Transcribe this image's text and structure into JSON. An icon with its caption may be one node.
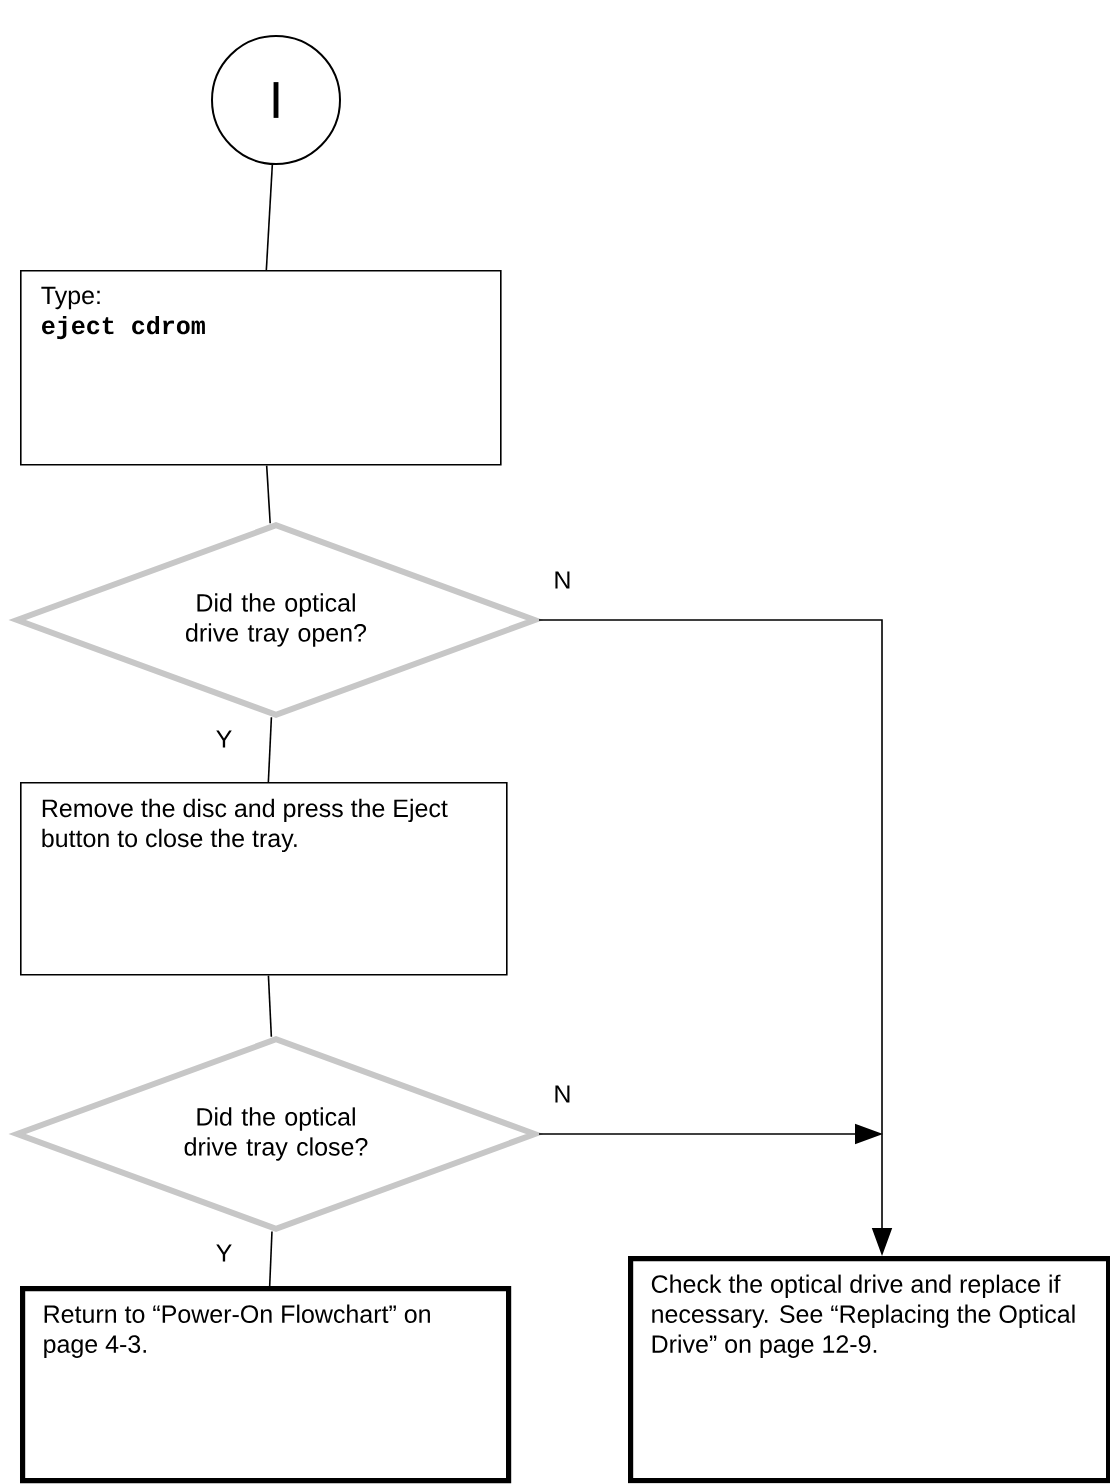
{
  "diagram": {
    "nodes": [
      {
        "text": [
          "I"
        ]
      },
      {
        "text": [
          "Type:",
          "eject cdrom"
        ]
      },
      {
        "text": [
          "Did the optical drive tray open?"
        ]
      },
      {
        "text": [
          "Remove the disc and press the Eject button to close the tray."
        ]
      },
      {
        "text": [
          "Did the optical drive tray close?"
        ]
      },
      {
        "text": [
          "Return to “Power-On Flowchart” on page 4-3."
        ]
      },
      {
        "text": [
          "Check the optical drive and replace if necessary. See “Replacing the Optical Drive” on page 12-9."
        ]
      }
    ],
    "edges": [
      {
        "from": 0,
        "to": 1,
        "arrow": "none"
      },
      {
        "from": 1,
        "to": 2,
        "arrow": "none"
      },
      {
        "from": 2,
        "to": 3,
        "arrow": "none",
        "label": "Y"
      },
      {
        "from": 3,
        "to": 4,
        "arrow": "none"
      },
      {
        "from": 4,
        "to": 5,
        "arrow": "none",
        "label": "Y"
      },
      {
        "from": 2,
        "to": 6,
        "arrow": "to",
        "label": "N"
      },
      {
        "from": 4,
        "to": 6,
        "arrow": "to",
        "label": "N"
      }
    ]
  }
}
